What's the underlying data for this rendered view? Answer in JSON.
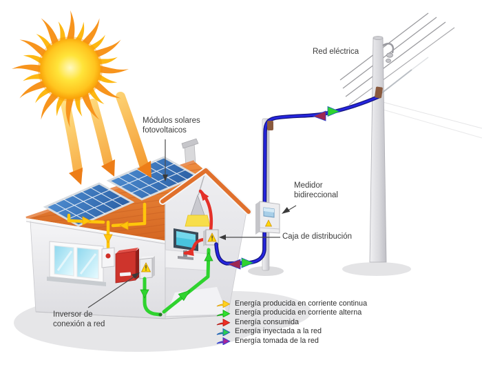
{
  "diagram": {
    "labels": {
      "solar_modules_line1": "Módulos solares",
      "solar_modules_line2": "fotovoltaicos",
      "grid": "Red eléctrica",
      "meter_line1": "Medidor",
      "meter_line2": "bidireccional",
      "distribution_box": "Caja de distribución",
      "inverter_line1": "Inversor de",
      "inverter_line2": "conexión a red"
    },
    "legend": {
      "items": [
        {
          "id": "dc-produced",
          "label": "Energía producida en corriente continua",
          "color": "#FFD21E",
          "outline": "#DC9E06"
        },
        {
          "id": "ac-produced",
          "label": "Energía producida en corriente alterna",
          "color": "#30E030",
          "outline": "#0FA00F"
        },
        {
          "id": "consumed",
          "label": "Energía consumida",
          "color": "#EE2E24",
          "outline": "#B0150F"
        },
        {
          "id": "injected",
          "label": "Energía inyectada a la red",
          "color": "#2BCC52",
          "outline": "#1C5FB8"
        },
        {
          "id": "taken",
          "label": "Energía tomada de la red",
          "color": "#A82698",
          "outline": "#2A3FD0"
        }
      ]
    },
    "colors": {
      "sun_core": "#FFD400",
      "sun_rays": "#F7941D",
      "sun_beam": "#F59120",
      "roof": "#E07A30",
      "panel_blue": "#3C78BE",
      "wall": "#EFEFF1",
      "wire_dc": "#FFC60B",
      "wire_ac": "#2FD32F",
      "wire_consumed": "#E43028",
      "wire_grid": "#2222DC",
      "arrow_taken": "#9E2750",
      "arrow_injected": "#2FD32F"
    }
  }
}
